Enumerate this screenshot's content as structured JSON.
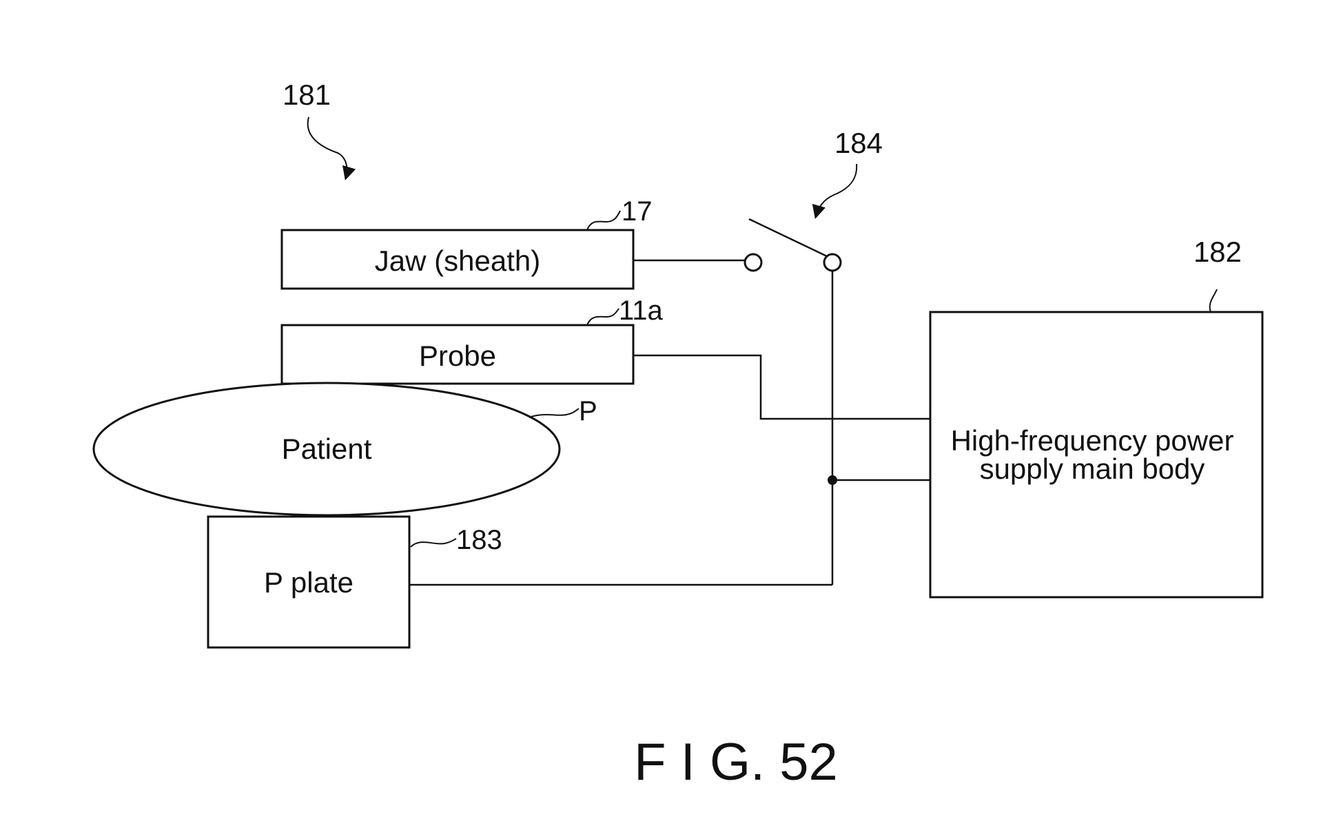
{
  "figure": {
    "caption": "F I G. 52",
    "colors": {
      "ink": "#111111",
      "background": "#ffffff"
    }
  },
  "blocks": {
    "jaw": {
      "label": "Jaw (sheath)",
      "ref": "17"
    },
    "probe": {
      "label": "Probe",
      "ref": "11a"
    },
    "patient": {
      "label": "Patient",
      "ref": "P"
    },
    "p_plate": {
      "label": "P plate",
      "ref": "183"
    },
    "power_supply": {
      "label_line1": "High-frequency power",
      "label_line2": "supply main body",
      "ref": "182"
    }
  },
  "refs": {
    "system": "181",
    "switch": "184"
  }
}
